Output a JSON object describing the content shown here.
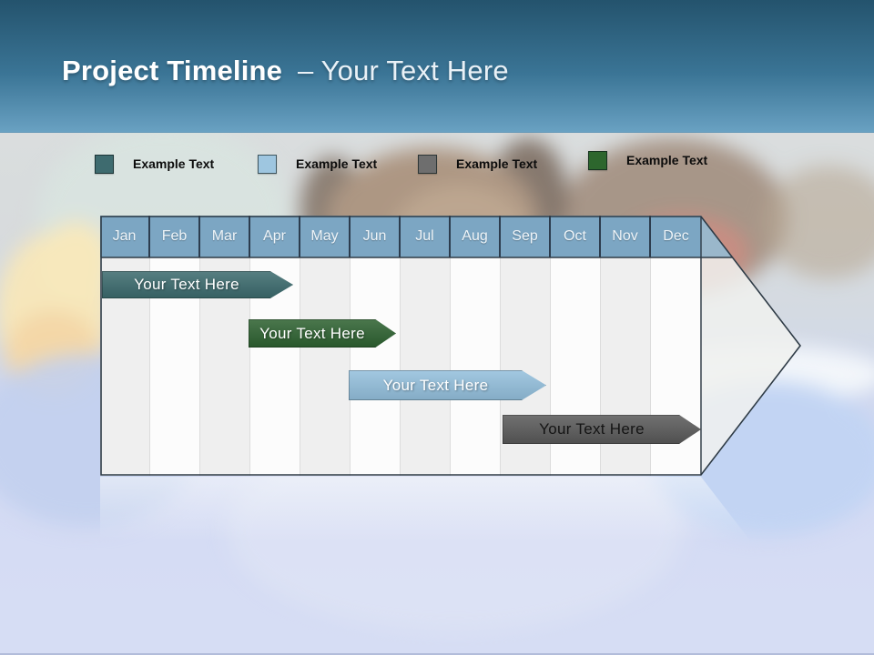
{
  "slide": {
    "title": {
      "main": "Project Timeline",
      "suffix": "– Your Text Here"
    }
  },
  "legend": {
    "items": [
      {
        "label": "Example Text",
        "color": "#3e6b6f"
      },
      {
        "label": "Example Text",
        "color": "#9ec6e0"
      },
      {
        "label": "Example Text",
        "color": "#6e6e6e"
      },
      {
        "label": "Example Text",
        "color": "#2d662d"
      }
    ]
  },
  "timeline": {
    "months": [
      "Jan",
      "Feb",
      "Mar",
      "Apr",
      "May",
      "Jun",
      "Jul",
      "Aug",
      "Sep",
      "Oct",
      "Nov",
      "Dec"
    ],
    "bars": [
      {
        "label": "Your Text Here",
        "color": "#3b6a6d"
      },
      {
        "label": "Your Text Here",
        "color": "#2d6130"
      },
      {
        "label": "Your Text Here",
        "color": "#93bfdc"
      },
      {
        "label": "Your Text Here",
        "color": "#595959"
      }
    ]
  },
  "colors": {
    "header_top": "#24536d",
    "header_bottom": "#69a1c2",
    "title_text": "#ffffff",
    "month_header": "#7ca6c3",
    "month_text": "#eef4f8",
    "col_odd": "#efefef",
    "col_even": "#fcfcfc",
    "arrow_area": "#f0f1ef",
    "chart_outline": "#2e3b46",
    "bar1": "#3b6a6d",
    "bar1_text": "#ffffff",
    "bar2": "#2d6130",
    "bar2_text": "#ffffff",
    "bar3": "#93bfdc",
    "bar3_text": "#ffffff",
    "bar4": "#595959",
    "bar4_text": "#141414",
    "legend1": "#3e6b6f",
    "legend2": "#9ec6e0",
    "legend3": "#6e6e6e",
    "legend4": "#2d662d"
  }
}
